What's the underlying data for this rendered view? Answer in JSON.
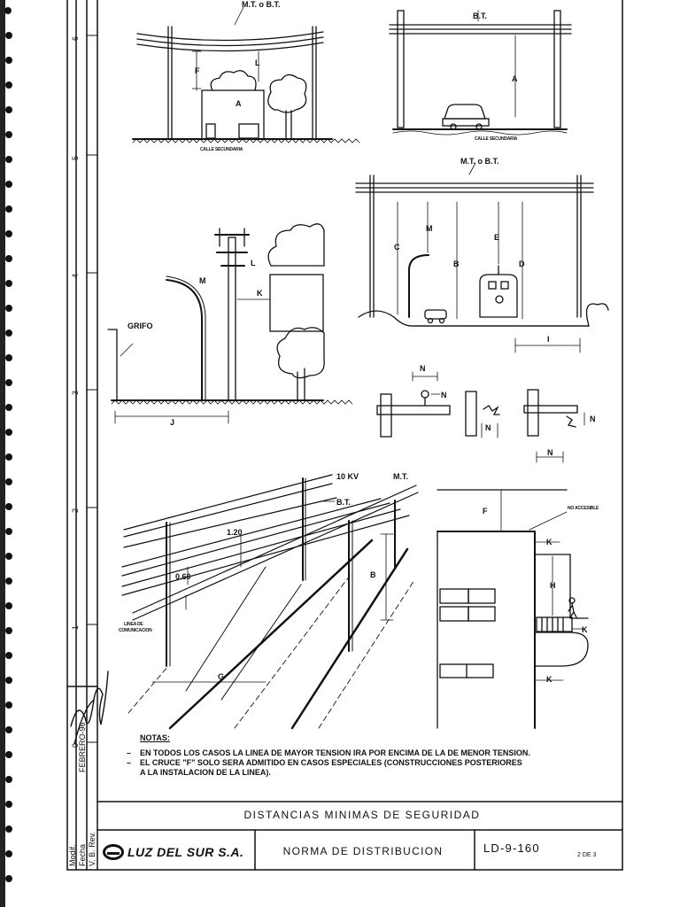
{
  "drawing": {
    "labels": {
      "mt_bt": "M.T. o B.T.",
      "bt": "B.T.",
      "calle_secundaria": "CALLE SECUNDARIA",
      "grifo": "GRIFO",
      "kv10": "10 KV",
      "mt": "M.T.",
      "dim_120": "1.20",
      "dim_060": "0.60",
      "linea_comunicacion_1": "LINEA DE",
      "linea_comunicacion_2": "COMUNICACION",
      "no_accesible": "NO ACCESIBLE",
      "F": "F",
      "L": "L",
      "A": "A",
      "C": "C",
      "M": "M",
      "B": "B",
      "E": "E",
      "D": "D",
      "K": "K",
      "J": "J",
      "I": "I",
      "N": "N",
      "G": "G",
      "H": "H"
    },
    "border_numbers": [
      "6",
      "5",
      "4",
      "3",
      "2",
      "1",
      "0"
    ]
  },
  "notes": {
    "title": "NOTAS:",
    "items": [
      "EN TODOS LOS CASOS LA LINEA DE MAYOR TENSION IRA POR ENCIMA DE LA DE MENOR TENSION.",
      "EL CRUCE \"F\" SOLO SERA ADMITIDO EN CASOS ESPECIALES (CONSTRUCCIONES POSTERIORES",
      "A LA INSTALACION DE LA LINEA)."
    ]
  },
  "title_block": {
    "title": "DISTANCIAS MINIMAS DE SEGURIDAD",
    "company": "LUZ DEL SUR S.A.",
    "norm": "NORMA DE DISTRIBUCION",
    "code": "LD-9-160",
    "sheet": "2 DE 3",
    "rev_labels": [
      "Modif.",
      "Fecha",
      "V. B. Rev."
    ],
    "date_note": "FEBRERO-96"
  }
}
